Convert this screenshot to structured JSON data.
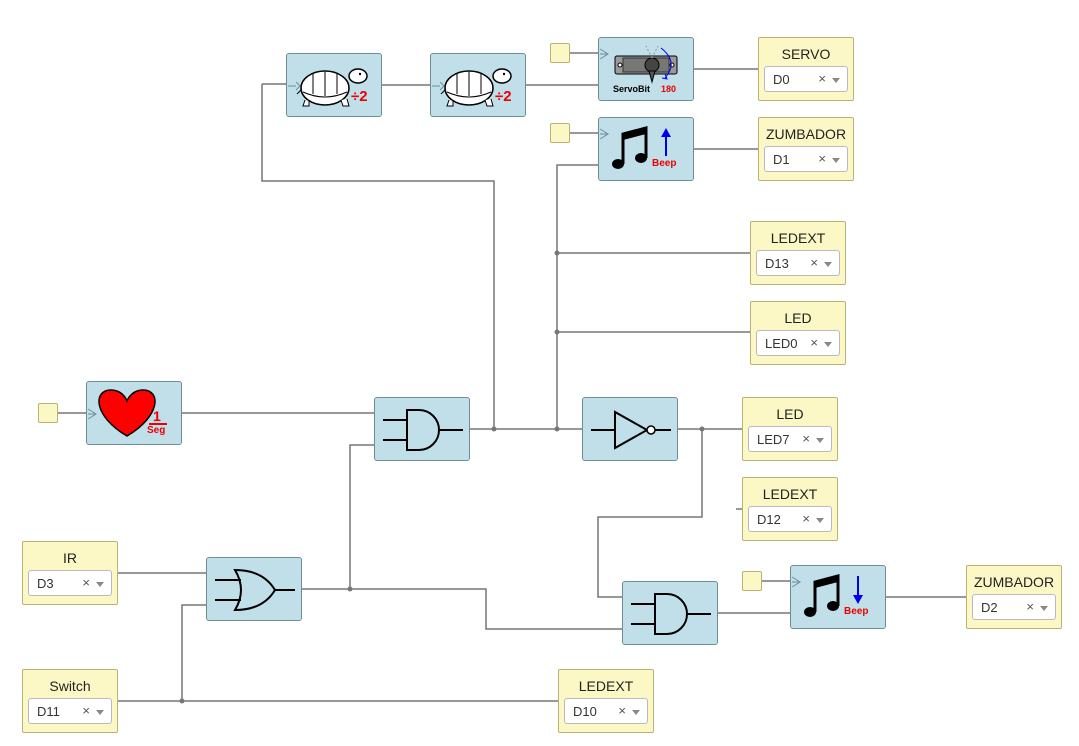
{
  "io_blocks": {
    "servo": {
      "label": "SERVO",
      "value": "D0"
    },
    "zumbador_d1": {
      "label": "ZUMBADOR",
      "value": "D1"
    },
    "ledext_d13": {
      "label": "LEDEXT",
      "value": "D13"
    },
    "led_led0": {
      "label": "LED",
      "value": "LED0"
    },
    "led_led7": {
      "label": "LED",
      "value": "LED7"
    },
    "ledext_d12": {
      "label": "LEDEXT",
      "value": "D12"
    },
    "zumbador_d2": {
      "label": "ZUMBADOR",
      "value": "D2"
    },
    "ir": {
      "label": "IR",
      "value": "D3"
    },
    "switch": {
      "label": "Switch",
      "value": "D11"
    },
    "ledext_d10": {
      "label": "LEDEXT",
      "value": "D10"
    }
  },
  "blocks": {
    "divider": {
      "text": "÷2"
    },
    "servobit": {
      "name": "ServoBit",
      "angle": "180"
    },
    "beep": {
      "text": "Beep"
    },
    "heartbeat": {
      "numerator": "1",
      "unit": "Seg"
    }
  },
  "clear_glyph": "×",
  "colors": {
    "block_bg": "#c0dfe9",
    "io_bg": "#fcf8c6",
    "wire": "#777777",
    "accent_red": "#ee0000",
    "arrow_blue": "#0000ee"
  }
}
